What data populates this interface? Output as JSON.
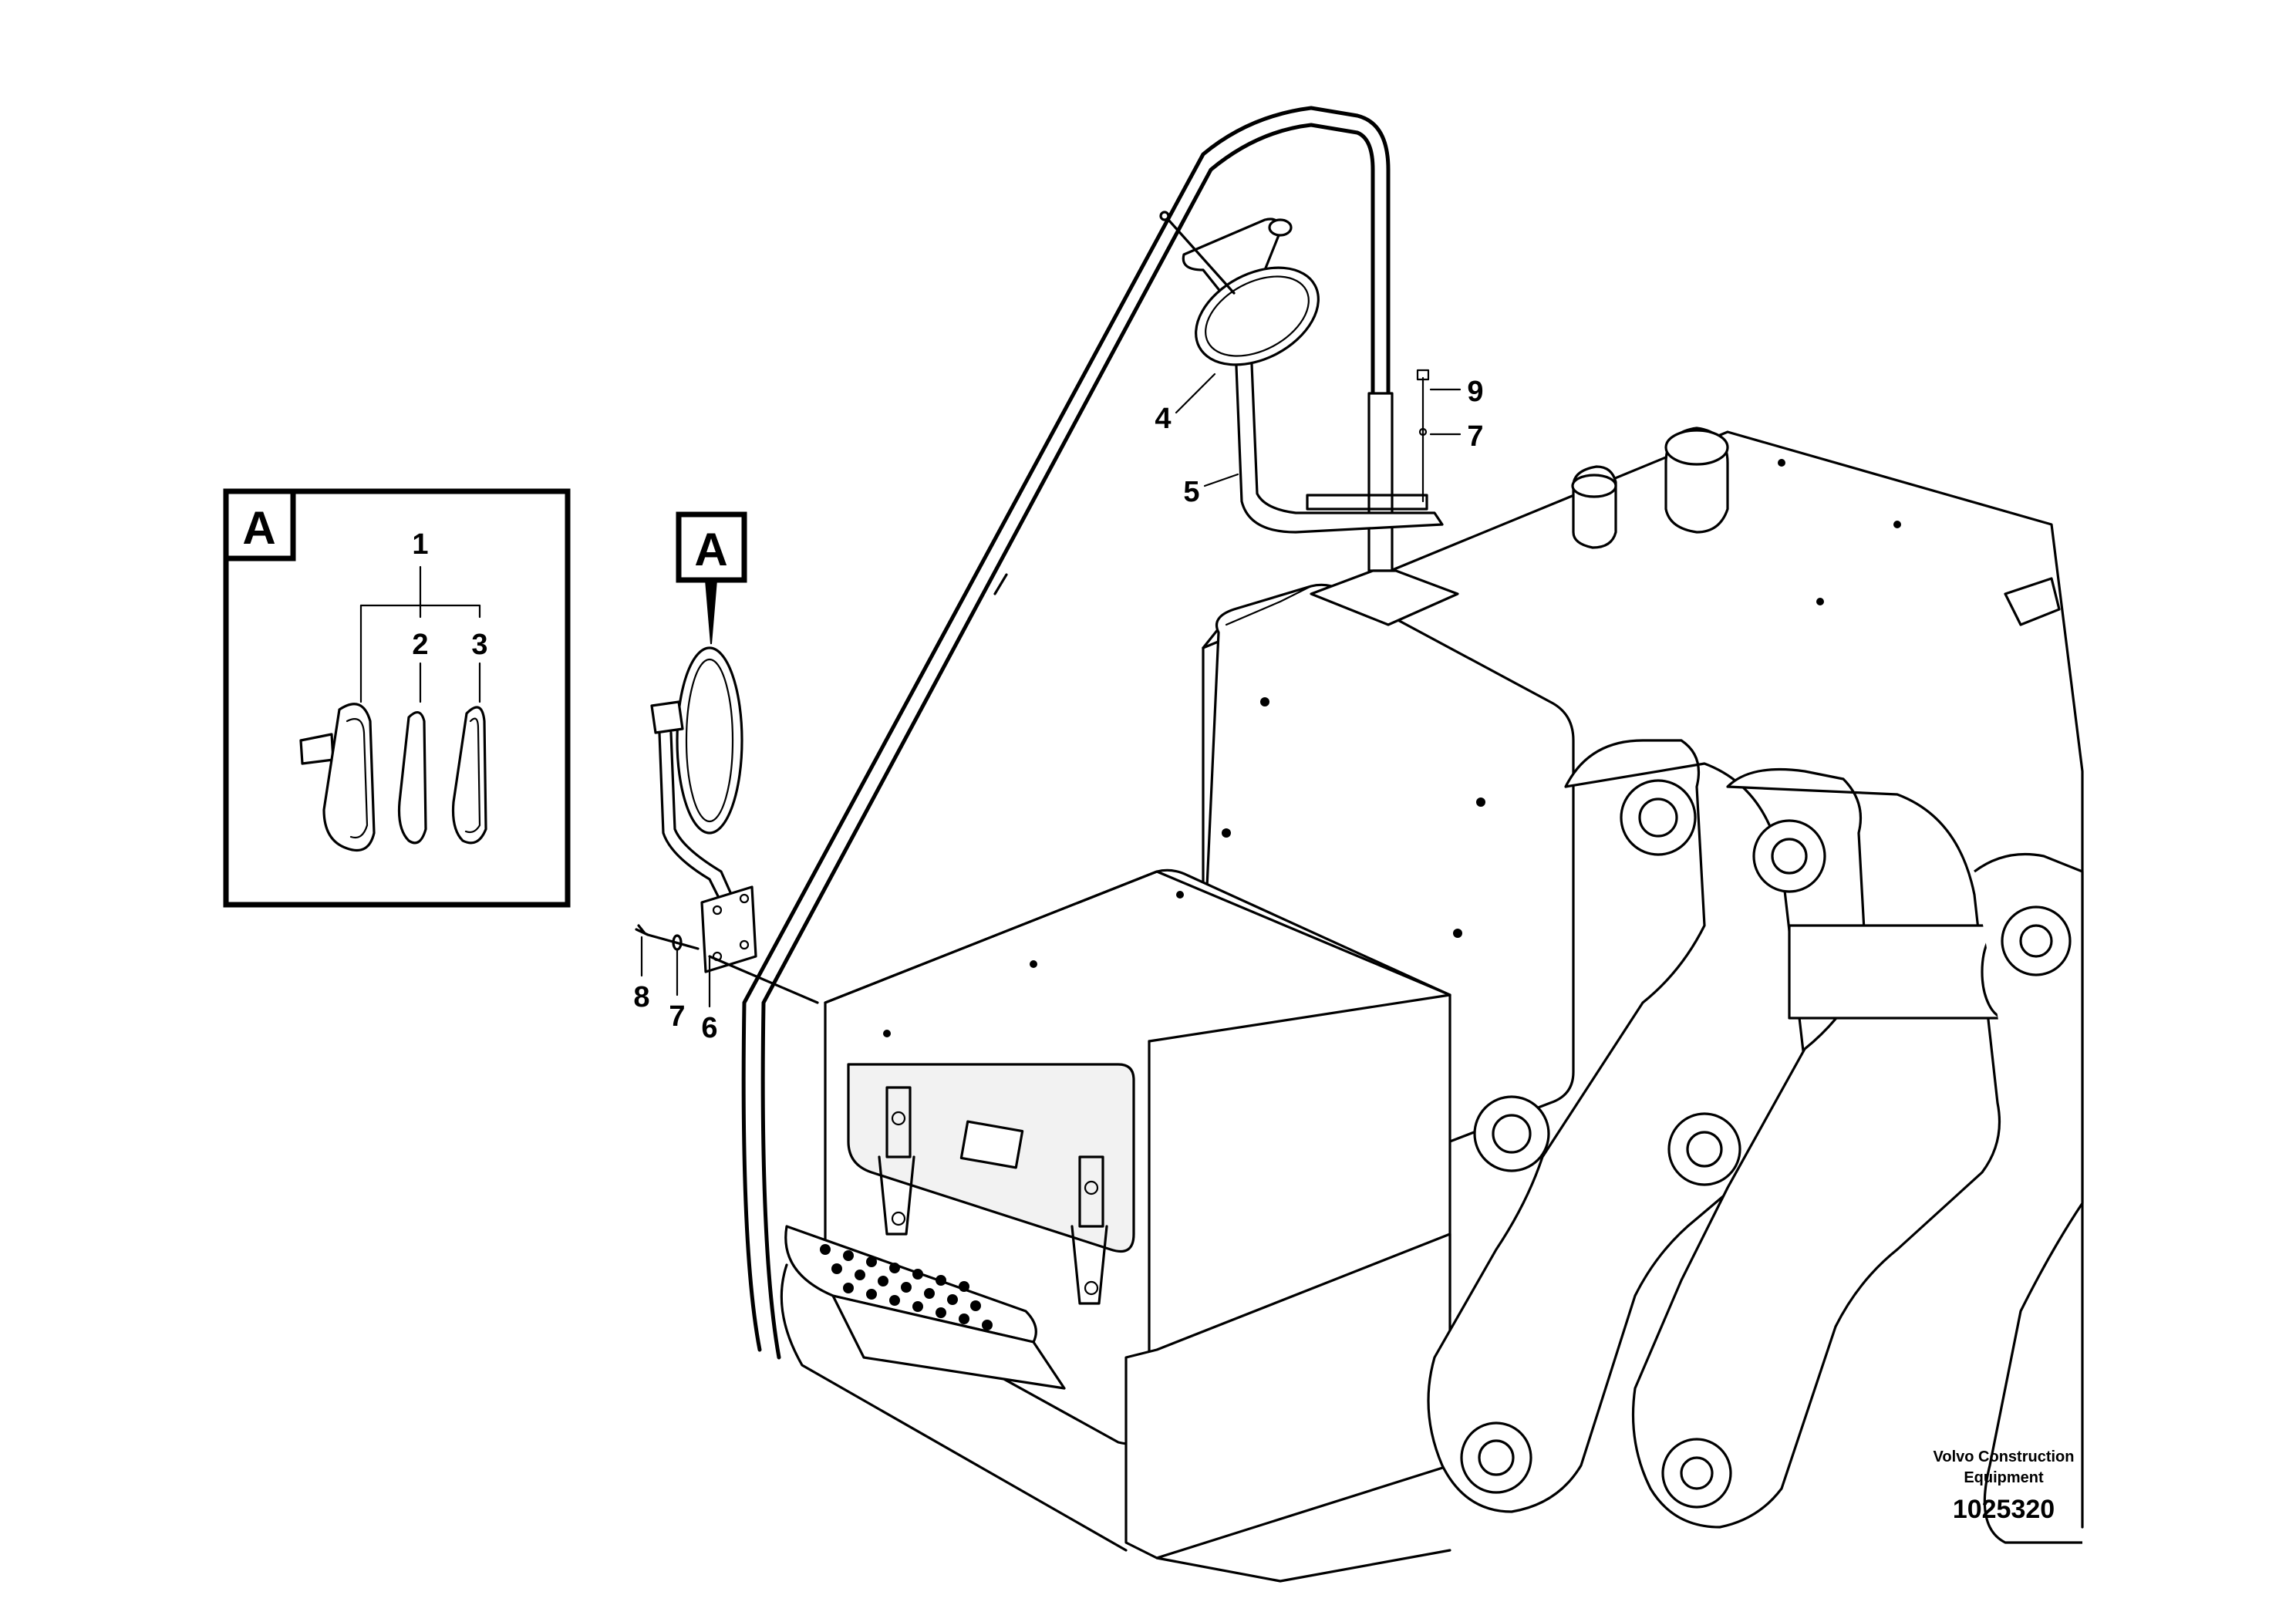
{
  "callouts": {
    "c1": "1",
    "c2": "2",
    "c3": "3",
    "c4": "4",
    "c5": "5",
    "c6": "6",
    "c7a": "7",
    "c7b": "7",
    "c8": "8",
    "c9": "9"
  },
  "view_labels": {
    "detail_box": "A",
    "pointer": "A"
  },
  "footer": {
    "brand_line1": "Volvo Construction",
    "brand_line2": "Equipment",
    "document_number": "1025320"
  }
}
